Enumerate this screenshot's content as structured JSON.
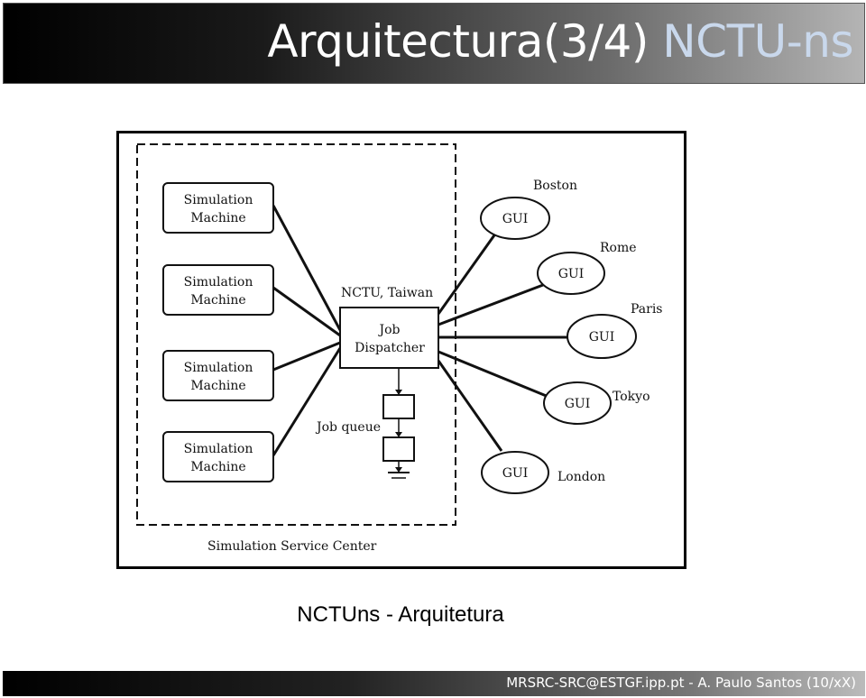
{
  "slide": {
    "title_main": "Arquitectura(3/4) ",
    "title_accent": "NCTU-ns",
    "caption": "NCTUns - Arquitetura",
    "footer": "MRSRC-SRC@ESTGF.ipp.pt  - A. Paulo Santos (10/xX)"
  },
  "diagram": {
    "sim_machines": [
      {
        "line1": "Simulation",
        "line2": "Machine"
      },
      {
        "line1": "Simulation",
        "line2": "Machine"
      },
      {
        "line1": "Simulation",
        "line2": "Machine"
      },
      {
        "line1": "Simulation",
        "line2": "Machine"
      }
    ],
    "location_label": "NCTU, Taiwan",
    "dispatcher": {
      "line1": "Job",
      "line2": "Dispatcher"
    },
    "job_queue_label": "Job queue",
    "center_label": "Simulation Service Center",
    "guis": [
      {
        "label": "GUI",
        "city": "Boston"
      },
      {
        "label": "GUI",
        "city": "Rome"
      },
      {
        "label": "GUI",
        "city": "Paris"
      },
      {
        "label": "GUI",
        "city": "Tokyo"
      },
      {
        "label": "GUI",
        "city": "London"
      }
    ]
  }
}
